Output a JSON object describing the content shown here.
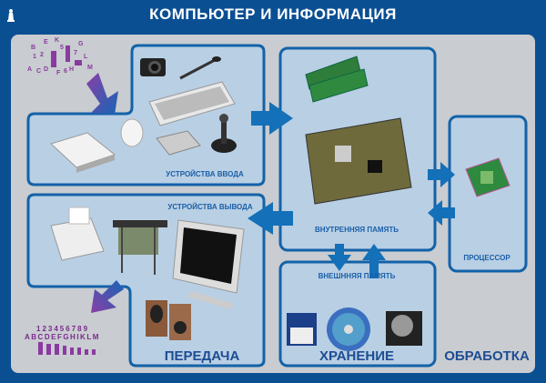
{
  "header": {
    "title": "КОМПЬЮТЕР И ИНФОРМАЦИЯ",
    "logo_icon": "statue-icon"
  },
  "blocks": {
    "input_devices": "УСТРОЙСТВА ВВОДА",
    "output_devices": "УСТРОЙСТВА ВЫВОДА",
    "internal_memory": "ВНУТРЕННЯЯ  ПАМЯТЬ",
    "external_memory": "ВНЕШННЯЯ  ПАМЯТЬ",
    "processor": "ПРОЦЕССОР"
  },
  "sections": {
    "transfer": "ПЕРЕДАЧА",
    "storage": "ХРАНЕНИЕ",
    "processing": "ОБРАБОТКА"
  },
  "output_info": {
    "digits": "123456789",
    "letters": "ABCDEFGHIKLM"
  },
  "colors": {
    "header": "#0b4f93",
    "panel": "#c9ccd0",
    "box_fill": "#b9cfe4",
    "box_border": "#1262a8",
    "arrow": "#1470b8",
    "info": "#7a2a8c"
  }
}
